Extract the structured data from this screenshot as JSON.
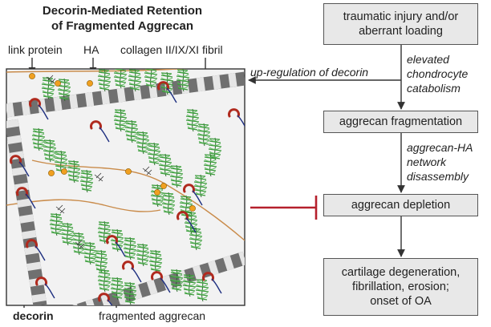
{
  "title": {
    "line1": "Decorin-Mediated Retention",
    "line2": "of Fragmented Aggrecan"
  },
  "labels": {
    "link_protein": "link protein",
    "ha": "HA",
    "collagen": "collagen II/IX/XI fibril",
    "decorin": "decorin",
    "fragmented_aggrecan": "fragmented aggrecan"
  },
  "flow": {
    "box1": {
      "line1": "traumatic injury and/or",
      "line2": "aberrant loading"
    },
    "step1": {
      "line1": "elevated",
      "line2": "chondrocyte",
      "line3": "catabolism"
    },
    "box2": "aggrecan fragmentation",
    "step2": {
      "line1": "aggrecan-HA",
      "line2": "network",
      "line3": "disassembly"
    },
    "box3": "aggrecan depletion",
    "box4": {
      "line1": "cartilage degeneration,",
      "line2": "fibrillation, erosion;",
      "line3": "onset of OA"
    }
  },
  "upregulation_label": "up-regulation of decorin",
  "colors": {
    "box_fill": "#e8e8e8",
    "collagen_dark": "#707070",
    "collagen_light": "#e6e6e6",
    "gag_green": "#3a9a3a",
    "decorin_red": "#b02a1e",
    "ha_brown": "#c98b4a",
    "link_orange": "#f0a020",
    "inhibit_red": "#b5202c",
    "matrix_bg": "#f2f2f2"
  }
}
